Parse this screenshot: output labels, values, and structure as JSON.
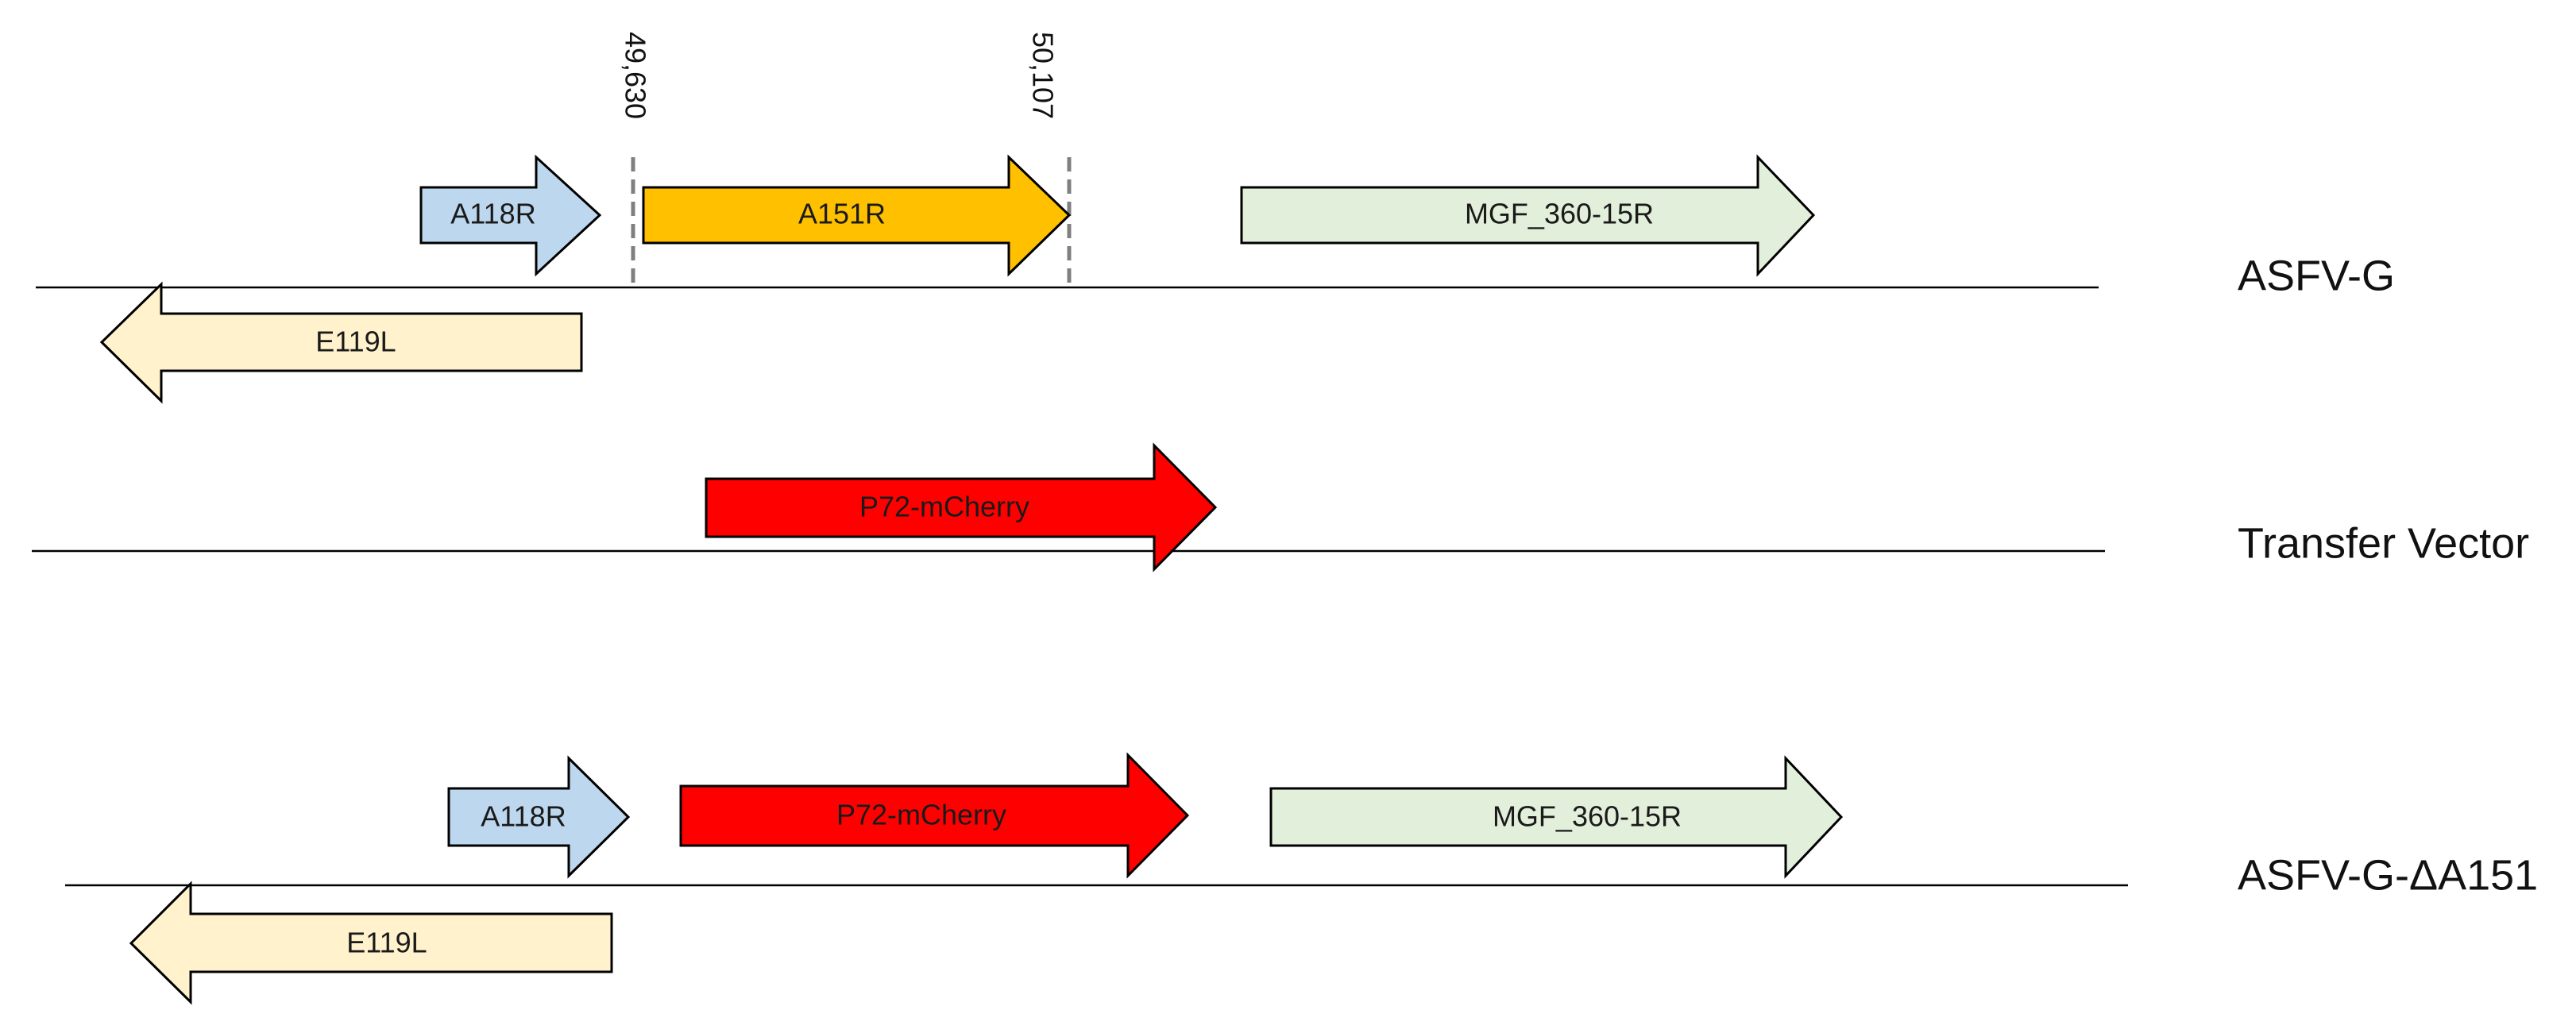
{
  "tracks": {
    "asfv_g": {
      "label": "ASFV-G",
      "genes": {
        "a118r": {
          "label": "A118R",
          "color": "#bdd7ee"
        },
        "a151r": {
          "label": "A151R",
          "color": "#ffc000"
        },
        "mgf": {
          "label": "MGF_360-15R",
          "color": "#e2efda"
        },
        "e119l": {
          "label": "E119L",
          "color": "#fff2cc"
        }
      },
      "markers": {
        "start": "49,630",
        "end": "50,107"
      }
    },
    "transfer_vector": {
      "label": "Transfer Vector",
      "genes": {
        "p72": {
          "label": "P72-mCherry",
          "color": "#ff0000"
        }
      }
    },
    "asfv_g_delta": {
      "label": "ASFV-G-ΔA151",
      "genes": {
        "a118r": {
          "label": "A118R",
          "color": "#bdd7ee"
        },
        "p72": {
          "label": "P72-mCherry",
          "color": "#ff0000"
        },
        "mgf": {
          "label": "MGF_360-15R",
          "color": "#e2efda"
        },
        "e119l": {
          "label": "E119L",
          "color": "#fff2cc"
        }
      }
    }
  }
}
